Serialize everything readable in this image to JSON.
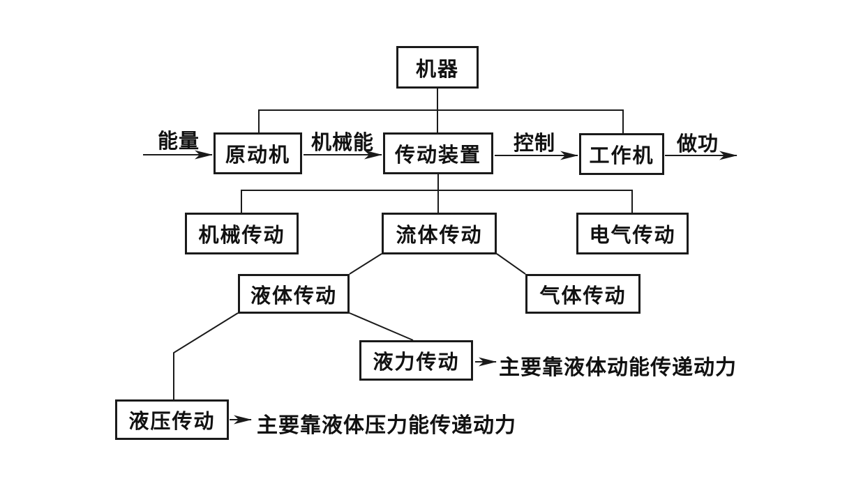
{
  "diagram": {
    "title_meaning": "machine transmission classification flowchart",
    "colors": {
      "background": "#ffffff",
      "line": "#1a1a1a",
      "text": "#111111"
    },
    "nodes": {
      "machine": "机器",
      "prime_mover": "原动机",
      "transmission_device": "传动装置",
      "working_machine": "工作机",
      "mechanical_transmission": "机械传动",
      "fluid_transmission": "流体传动",
      "electric_transmission": "电气传动",
      "liquid_transmission": "液体传动",
      "gas_transmission": "气体传动",
      "hydrodynamic_transmission": "液力传动",
      "hydraulic_transmission": "液压传动"
    },
    "edge_labels": {
      "energy": "能量",
      "mechanical_energy": "机械能",
      "control": "控制",
      "work_output": "做功"
    },
    "annotations": {
      "hydrodynamic_note": "主要靠液体动能传递动力",
      "hydraulic_note": "主要靠液体压力能传递动力"
    }
  }
}
